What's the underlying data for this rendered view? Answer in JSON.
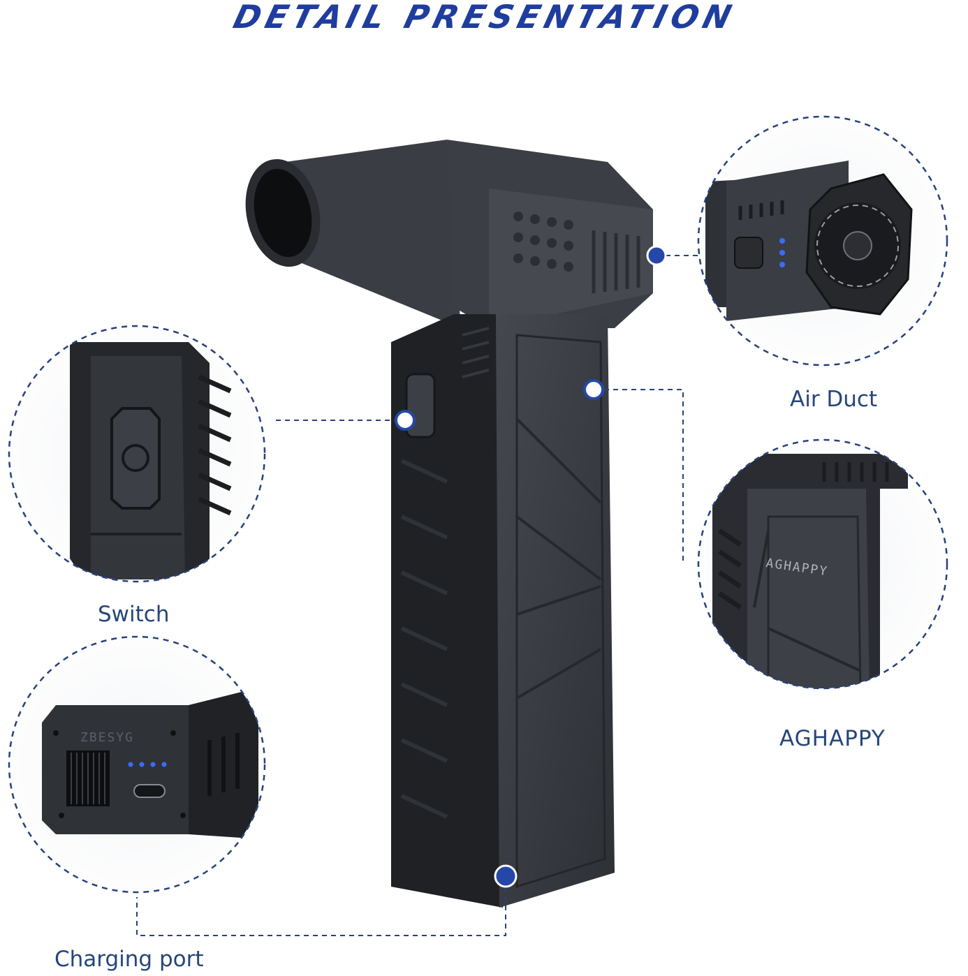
{
  "title": "DETAIL PRESENTATION",
  "labels": {
    "air_duct": "Air Duct",
    "switch": "Switch",
    "aghappy": "AGHAPPY",
    "charging_port": "Charging port"
  },
  "engraved": {
    "brand_side": "AGHAPPY",
    "charging_face": "ZBESYG"
  },
  "colors": {
    "accent_blue": "#1f3d9e",
    "label_text": "#25467a",
    "device_body": "#2b2e34",
    "led_blue": "#3a6cff"
  },
  "leds": {
    "air_duct_count": 3,
    "charging_count": 4
  }
}
